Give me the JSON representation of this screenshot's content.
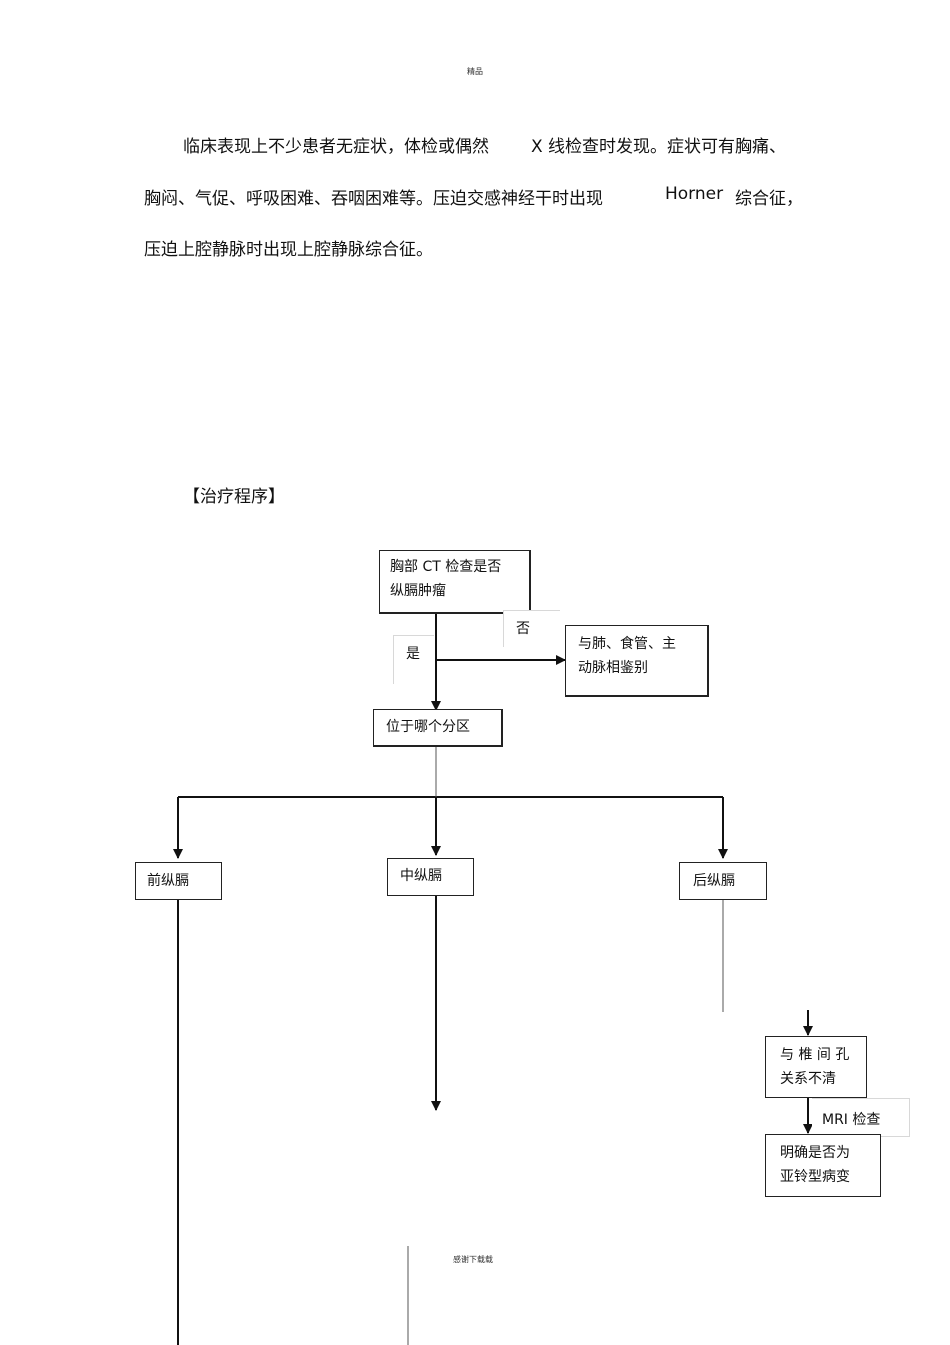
{
  "header": "精品",
  "paragraph": {
    "line1_a": "临床表现上不少患者无症状，体检或偶然",
    "line1_b": "X 线检查时发现。症状可有胸痛、",
    "line2_a": "胸闷、气促、呼吸困难、吞咽困难等。压迫交感神经干时出现",
    "line2_b": "Horner",
    "line2_c": "综合征，",
    "line3": "压迫上腔静脉时出现上腔静脉综合征。"
  },
  "section_title": "【治疗程序】",
  "flowchart": {
    "start_line1": "胸部  CT 检查是否",
    "start_line2": "纵膈肿瘤",
    "no_label": "否",
    "yes_label": "是",
    "differential_line1": "与肺、食管、主",
    "differential_line2": "动脉相鉴别",
    "location": "位于哪个分区",
    "anterior": "前纵膈",
    "middle": "中纵膈",
    "posterior": "后纵膈",
    "foramen_line1": "与 椎 间 孔",
    "foramen_line2": "关系不清",
    "mri_label": "MRI  检查",
    "dumbbell_line1": "明确是否为",
    "dumbbell_line2": "亚铃型病变"
  },
  "footer": "感谢下载载"
}
